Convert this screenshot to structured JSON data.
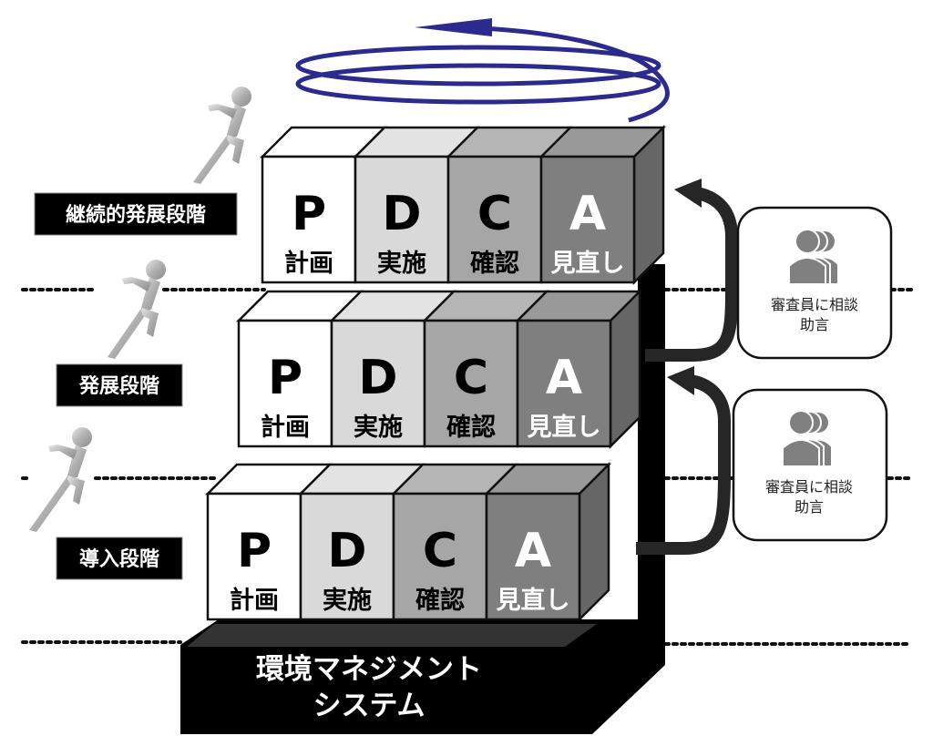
{
  "diagram": {
    "title": "環境マネジメントシステム PDCA 段階図",
    "base": {
      "line1": "環境マネジメント",
      "line2": "システム"
    },
    "stages": [
      {
        "id": "continuous",
        "label": "継続的発展段階"
      },
      {
        "id": "development",
        "label": "発展段階"
      },
      {
        "id": "introduction",
        "label": "導入段階"
      }
    ],
    "pdca": [
      {
        "letter": "P",
        "label": "計画",
        "face_color": "#ffffff",
        "top_color": "#ffffff",
        "text_color": "#000000"
      },
      {
        "letter": "D",
        "label": "実施",
        "face_color": "#d9d9d9",
        "top_color": "#e3e3e3",
        "text_color": "#000000"
      },
      {
        "letter": "C",
        "label": "確認",
        "face_color": "#a6a6a6",
        "top_color": "#b5b5b5",
        "text_color": "#000000"
      },
      {
        "letter": "A",
        "label": "見直し",
        "face_color": "#7f7f7f",
        "top_color": "#999999",
        "text_color": "#ffffff"
      }
    ],
    "advice": [
      {
        "line1": "審査員に相談",
        "line2": "助言"
      },
      {
        "line1": "審査員に相談",
        "line2": "助言"
      }
    ],
    "icons": {
      "spiral": "spiral-arrow-icon",
      "runner": "running-figure-icon",
      "people": "people-group-icon",
      "up_arrow": "curved-up-arrow-icon"
    },
    "colors": {
      "spiral": "#2b2b8f",
      "arrow": "#262626",
      "base": "#000000",
      "base_top": "#333333",
      "label_bg": "#000000"
    }
  }
}
